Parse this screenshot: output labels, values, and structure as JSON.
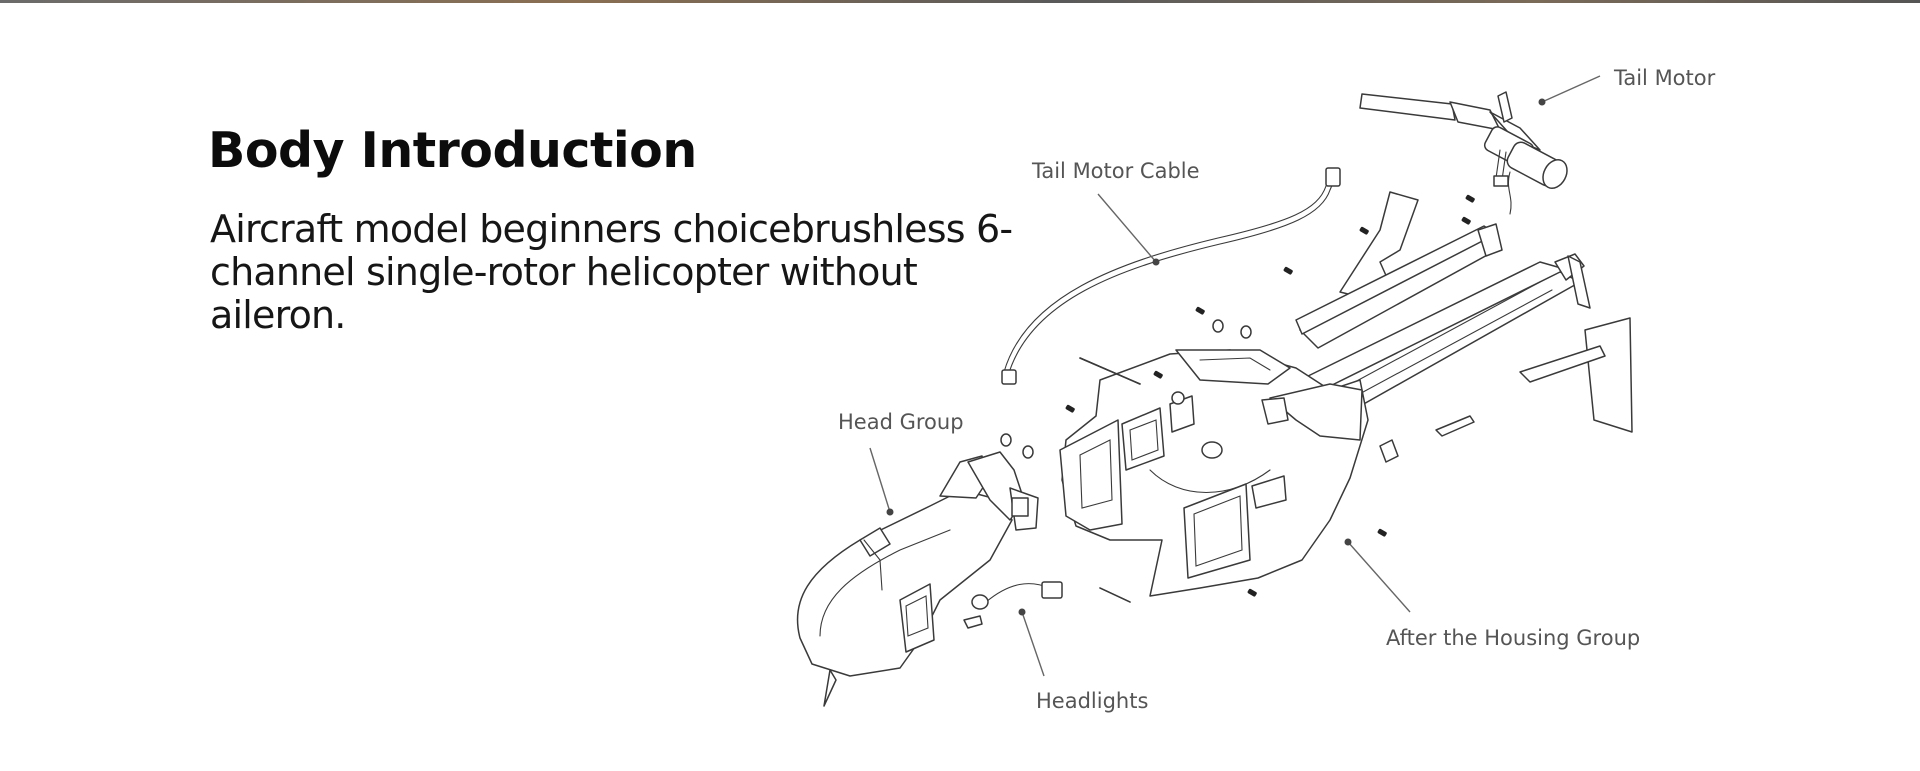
{
  "heading": {
    "title": "Body Introduction",
    "subtitle": "Aircraft model beginners choicebrushless 6-channel single-rotor helicopter without aileron."
  },
  "callouts": {
    "tail_motor": "Tail Motor",
    "tail_motor_cable": "Tail Motor Cable",
    "head_group": "Head Group",
    "after_housing_group": "After the Housing Group",
    "headlights": "Headlights"
  },
  "icons": {
    "diagram": "exploded-helicopter-diagram"
  }
}
